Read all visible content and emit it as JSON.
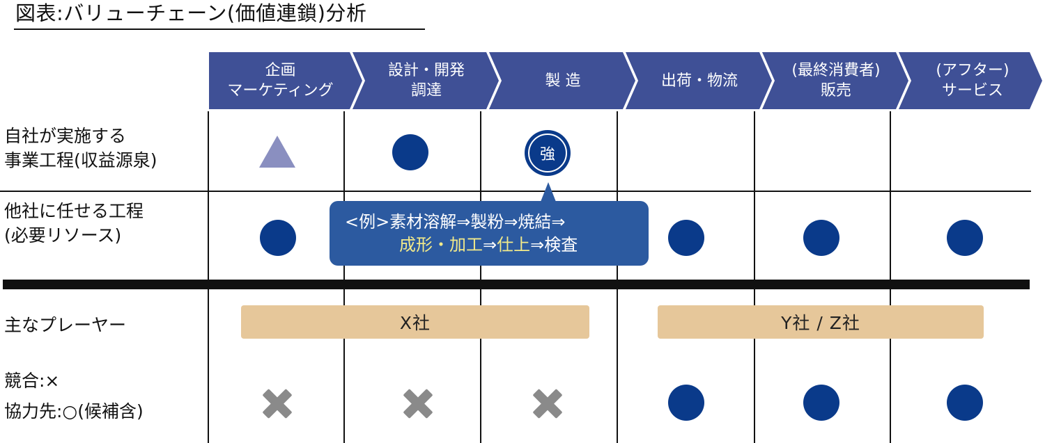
{
  "title": "図表:バリューチェーン(価値連鎖)分析",
  "stages": [
    {
      "line1": "企画",
      "line2": "マーケティング"
    },
    {
      "line1": "設計・開発",
      "line2": "調達"
    },
    {
      "line1": "製 造",
      "line2": ""
    },
    {
      "line1": "出荷・物流",
      "line2": ""
    },
    {
      "line1": "(最終消費者)",
      "line2": "販売"
    },
    {
      "line1": "(アフター)",
      "line2": "サービス"
    }
  ],
  "rows": {
    "own": {
      "line1": "自社が実施する",
      "line2": "事業工程(収益源泉)"
    },
    "others": {
      "line1": "他社に任せる工程",
      "line2": "(必要リソース)"
    },
    "players": {
      "line1": "主なプレーヤー"
    },
    "competition": {
      "line1": "競合:×",
      "line2": "協力先:○(候補含)"
    }
  },
  "strength_badge": "強",
  "callout": {
    "line1": "<例>素材溶解⇒製粉⇒焼結⇒",
    "line2_parts": [
      "成形・加工",
      "⇒",
      "仕上",
      "⇒検査"
    ]
  },
  "players": {
    "left": "X社",
    "right": "Y社 / Z社"
  },
  "colors": {
    "chevron": "#3f5096",
    "dot": "#0a3a8a",
    "triangle": "#8a8fc0",
    "callout": "#2c5aa0",
    "callout_highlight": "#f2ea8a",
    "player_bar": "#e6c79a",
    "cross": "#8a8a8a"
  },
  "matrix": {
    "own": [
      "triangle-icon",
      "dot-icon",
      "strength-icon",
      "",
      "",
      ""
    ],
    "others": [
      "dot-icon",
      "",
      "",
      "dot-icon",
      "dot-icon",
      "dot-icon"
    ],
    "competition": [
      "cross-icon",
      "cross-icon",
      "cross-icon",
      "dot-icon",
      "dot-icon",
      "dot-icon"
    ]
  }
}
